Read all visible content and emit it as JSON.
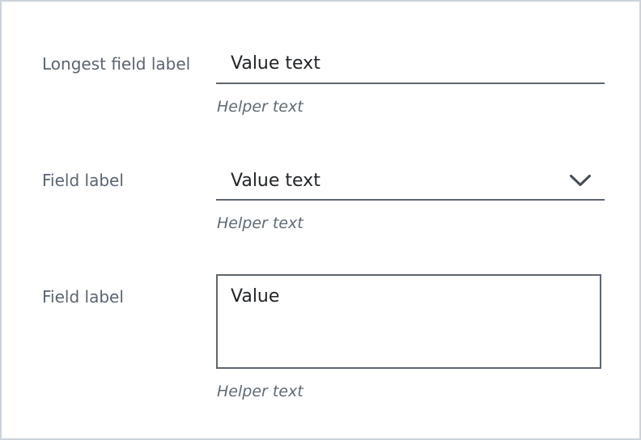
{
  "page": {
    "background": "#ffffff",
    "border_color": "#ccd2d9"
  },
  "colors": {
    "label": "#5b6472",
    "value": "#222528",
    "line": "#5e6670",
    "helper": "#5f6a76",
    "chevron": "#434b57"
  },
  "fields": [
    {
      "type": "text-input",
      "label": "Longest field label",
      "value": "Value text",
      "helper": "Helper text"
    },
    {
      "type": "dropdown",
      "label": "Field label",
      "value": "Value text",
      "helper": "Helper text",
      "icon": "chevron-down-icon"
    },
    {
      "type": "textarea",
      "label": "Field label",
      "value": "Value",
      "helper": "Helper text"
    }
  ]
}
